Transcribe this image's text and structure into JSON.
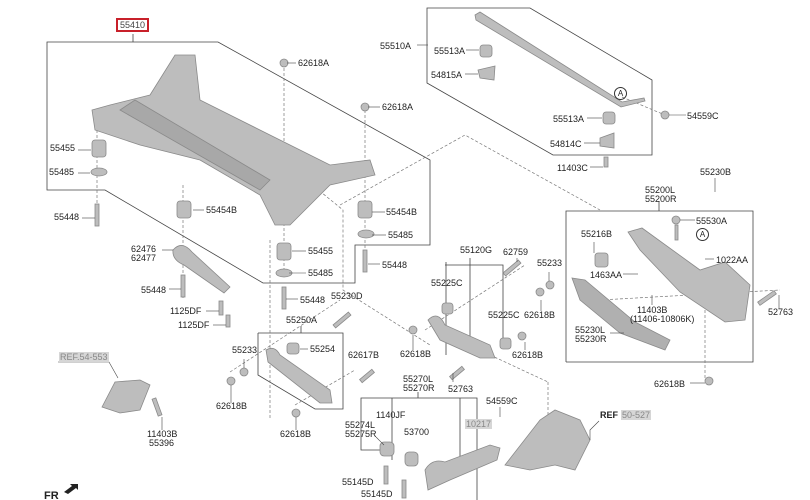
{
  "diagram": {
    "highlighted_part": "55410",
    "fr_label": "FR",
    "marker_a": "A",
    "labels": [
      "62618A",
      "62618A",
      "55455",
      "55485",
      "55448",
      "55454B",
      "55454B",
      "55485",
      "62476",
      "62477",
      "55455",
      "55485",
      "55448",
      "55448",
      "1125DF",
      "1125DF",
      "55448",
      "55230D",
      "55250A",
      "55233",
      "55254",
      "62617B",
      "62618B",
      "62618B",
      "11403B",
      "55396",
      "55510A",
      "55513A",
      "54815A",
      "55513A",
      "54814C",
      "11403C",
      "54559C",
      "55200L",
      "55200R",
      "55230B",
      "55530A",
      "55216B",
      "1022AA",
      "1463AA",
      "11403B",
      "(11406-10806K)",
      "55230L",
      "55230R",
      "52763",
      "62618B",
      "55120G",
      "62759",
      "55225C",
      "55225C",
      "55233",
      "62618B",
      "62618B",
      "62618B",
      "52763",
      "55270L",
      "55270R",
      "1140JF",
      "55274L",
      "55275R",
      "53700",
      "54559C",
      "55145D",
      "55145D"
    ],
    "refs": {
      "ref_54_553": "REF.54-553",
      "ref_50_527_prefix": "REF",
      "ref_50_527": "50-527",
      "ref_10217": "10217"
    },
    "colors": {
      "highlight": "#c8202a",
      "part_fill": "#bdbdbd",
      "ref_bg": "#d6d6d6"
    }
  }
}
